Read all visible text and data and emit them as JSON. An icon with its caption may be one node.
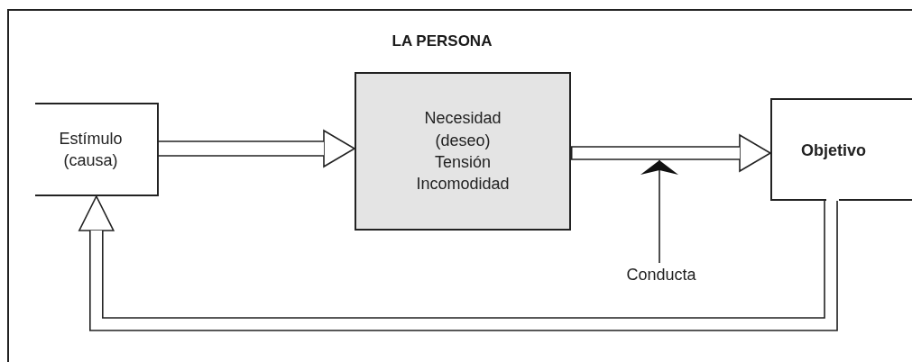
{
  "diagram": {
    "title": "LA PERSONA",
    "nodes": [
      {
        "text": [
          "Estímulo (causa)"
        ]
      },
      {
        "text": [
          "Necesidad (deseo) Tensión Incomodidad"
        ]
      },
      {
        "text": [
          "Objetivo"
        ]
      },
      {
        "text": [
          "Conducta"
        ]
      }
    ],
    "edges": [
      {
        "from": 0,
        "to": 1,
        "arrow": "to"
      },
      {
        "from": 1,
        "to": 2,
        "arrow": "to"
      },
      {
        "from": 3,
        "to": null,
        "arrow": "to"
      },
      {
        "from": 2,
        "to": 0,
        "arrow": "to"
      }
    ]
  }
}
